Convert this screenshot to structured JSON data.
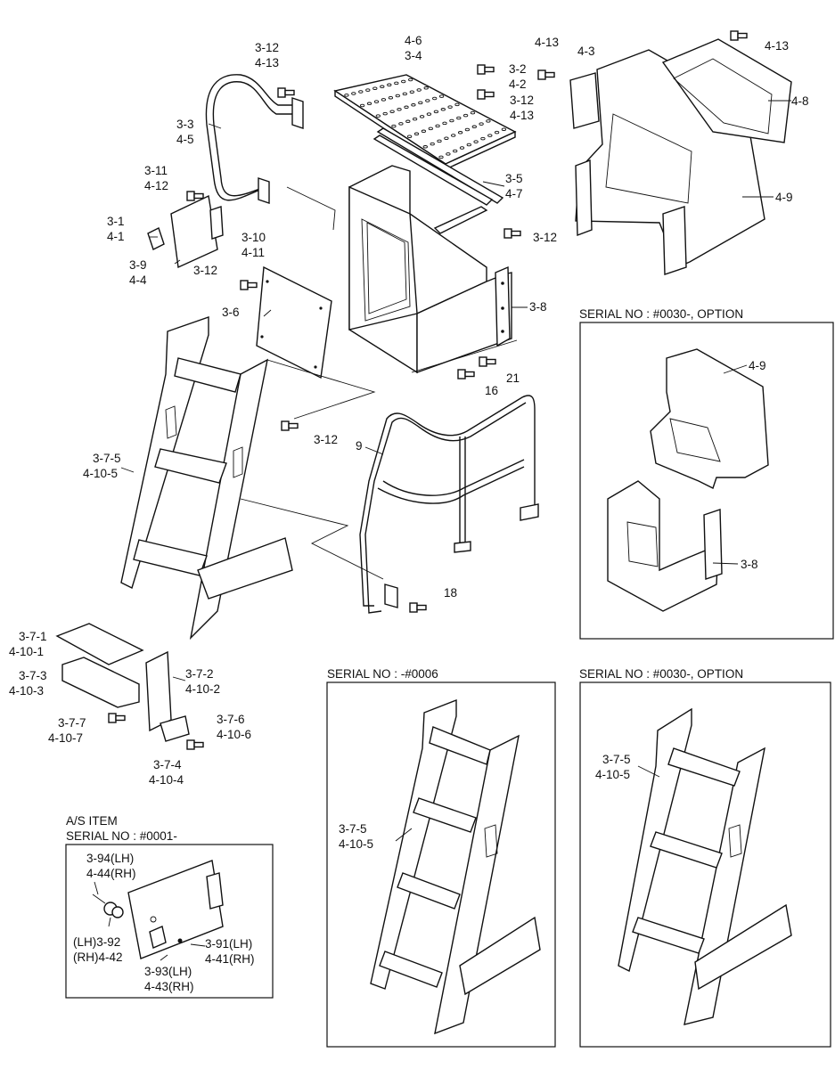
{
  "callouts": {
    "c01": "3-12",
    "c02": "4-13",
    "c03": "4-6",
    "c04": "3-4",
    "c05": "4-13",
    "c06": "4-3",
    "c07": "4-13",
    "c08": "3-2",
    "c09": "4-2",
    "c10": "3-12",
    "c11": "4-13",
    "c12": "4-8",
    "c13": "3-3",
    "c14": "4-5",
    "c15": "3-11",
    "c16": "4-12",
    "c17": "3-5",
    "c18": "4-7",
    "c19": "4-9",
    "c20": "3-1",
    "c21": "4-1",
    "c22": "3-10",
    "c23": "4-11",
    "c24": "3-12",
    "c25": "3-9",
    "c26": "4-4",
    "c27": "3-12",
    "c28": "3-6",
    "c29": "3-8",
    "c30": "21",
    "c31": "16",
    "c32": "3-12",
    "c33": "9",
    "c34": "3-7-5",
    "c35": "4-10-5",
    "c36": "18",
    "c37": "3-7-1",
    "c38": "4-10-1",
    "c39": "3-7-3",
    "c40": "4-10-3",
    "c41": "3-7-2",
    "c42": "4-10-2",
    "c43": "3-7-7",
    "c44": "4-10-7",
    "c45": "3-7-6",
    "c46": "4-10-6",
    "c47": "3-7-4",
    "c48": "4-10-4",
    "c49": "4-9",
    "c50": "3-8",
    "c51": "3-7-5",
    "c52": "4-10-5",
    "c53": "3-7-5",
    "c54": "4-10-5",
    "c55": "3-94(LH)",
    "c56": "4-44(RH)",
    "c57": "(LH)3-92",
    "c58": "(RH)4-42",
    "c59": "3-91(LH)",
    "c60": "4-41(RH)",
    "c61": "3-93(LH)",
    "c62": "4-43(RH)"
  },
  "boxes": {
    "serial_0030_top": "SERIAL NO : #0030-, OPTION",
    "serial_0006": "SERIAL NO : -#0006",
    "serial_0030_bottom": "SERIAL NO : #0030-, OPTION",
    "as_item": "A/S ITEM",
    "serial_0001": "SERIAL NO : #0001-"
  }
}
